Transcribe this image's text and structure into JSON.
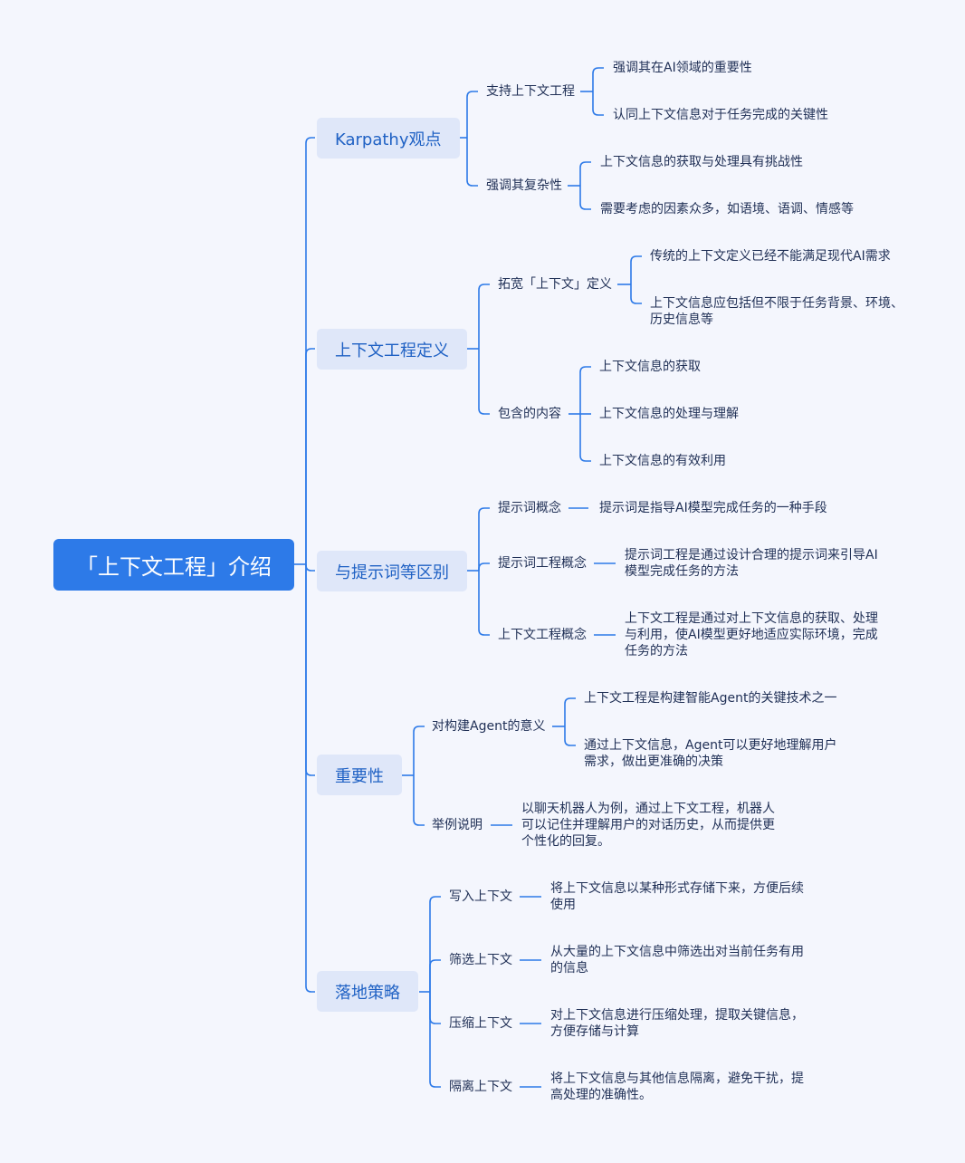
{
  "root": {
    "title": "「上下文工程」介绍"
  },
  "branches": [
    {
      "label": "Karpathy观点",
      "subs": [
        {
          "label": "支持上下文工程",
          "leaves": [
            "强调其在AI领域的重要性",
            "认同上下文信息对于任务完成的关键性"
          ]
        },
        {
          "label": "强调其复杂性",
          "leaves": [
            "上下文信息的获取与处理具有挑战性",
            "需要考虑的因素众多，如语境、语调、情感等"
          ]
        }
      ]
    },
    {
      "label": "上下文工程定义",
      "subs": [
        {
          "label": "拓宽「上下文」定义",
          "leaves": [
            "传统的上下文定义已经不能满足现代AI需求",
            "上下文信息应包括但不限于任务背景、环境、\n历史信息等"
          ]
        },
        {
          "label": "包含的内容",
          "leaves": [
            "上下文信息的获取",
            "上下文信息的处理与理解",
            "上下文信息的有效利用"
          ]
        }
      ]
    },
    {
      "label": "与提示词等区别",
      "subs": [
        {
          "label": "提示词概念",
          "leaves": [
            "提示词是指导AI模型完成任务的一种手段"
          ]
        },
        {
          "label": "提示词工程概念",
          "leaves": [
            "提示词工程是通过设计合理的提示词来引导AI\n模型完成任务的方法"
          ]
        },
        {
          "label": "上下文工程概念",
          "leaves": [
            "上下文工程是通过对上下文信息的获取、处理\n与利用，使AI模型更好地适应实际环境，完成\n任务的方法"
          ]
        }
      ]
    },
    {
      "label": "重要性",
      "subs": [
        {
          "label": "对构建Agent的意义",
          "leaves": [
            "上下文工程是构建智能Agent的关键技术之一",
            "通过上下文信息，Agent可以更好地理解用户\n需求，做出更准确的决策"
          ]
        },
        {
          "label": "举例说明",
          "leaves": [
            "以聊天机器人为例，通过上下文工程，机器人\n可以记住并理解用户的对话历史，从而提供更\n个性化的回复。"
          ]
        }
      ]
    },
    {
      "label": "落地策略",
      "subs": [
        {
          "label": "写入上下文",
          "leaves": [
            "将上下文信息以某种形式存储下来，方便后续\n使用"
          ]
        },
        {
          "label": "筛选上下文",
          "leaves": [
            "从大量的上下文信息中筛选出对当前任务有用\n的信息"
          ]
        },
        {
          "label": "压缩上下文",
          "leaves": [
            "对上下文信息进行压缩处理，提取关键信息，\n方便存储与计算"
          ]
        },
        {
          "label": "隔离上下文",
          "leaves": [
            "将上下文信息与其他信息隔离，避免干扰，提\n高处理的准确性。"
          ]
        }
      ]
    }
  ],
  "colors": {
    "line": "#2d7ae8",
    "root_bg": "#2d7ae8",
    "branch_bg": "#dfe7f9",
    "background": "#f4f6fd"
  }
}
